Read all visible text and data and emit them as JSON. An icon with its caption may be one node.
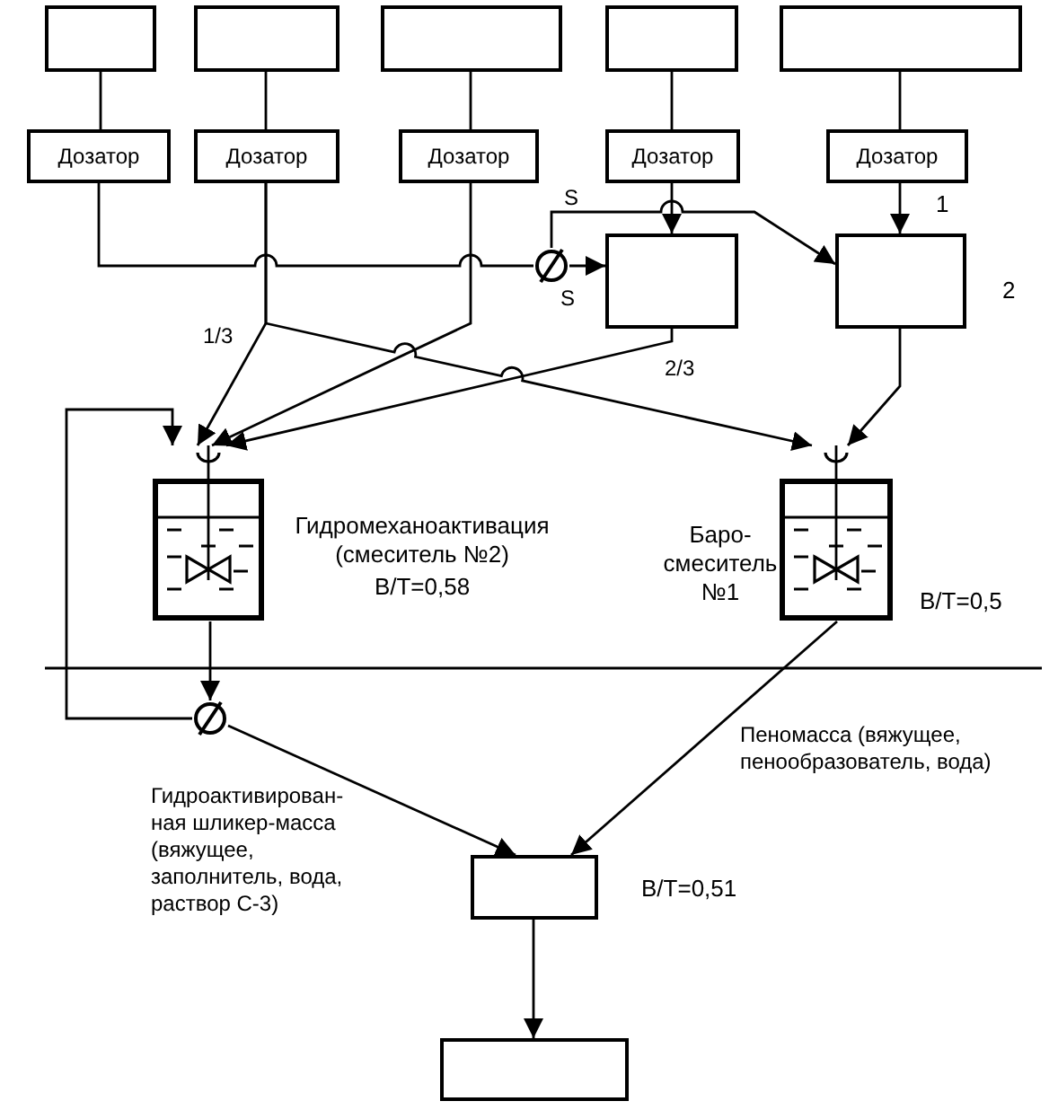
{
  "diagram": {
    "nodes": [
      {
        "text": [],
        "shape": "box"
      },
      {
        "text": [],
        "shape": "box"
      },
      {
        "text": [],
        "shape": "box"
      },
      {
        "text": [],
        "shape": "box"
      },
      {
        "text": [],
        "shape": "box"
      },
      {
        "text": [
          "Дозатор"
        ]
      },
      {
        "text": [
          "Дозатор"
        ]
      },
      {
        "text": [
          "Дозатор"
        ]
      },
      {
        "text": [
          "Дозатор"
        ]
      },
      {
        "text": [
          "Дозатор"
        ]
      },
      {
        "text": [],
        "shape": "box"
      },
      {
        "text": [],
        "shape": "box"
      },
      {
        "text": [],
        "shape": "valve"
      },
      {
        "text": [],
        "shape": "tank",
        "beside": [
          "Гидромеханоактивация (смеситель №2)",
          "В/Т=0,58"
        ]
      },
      {
        "text": [],
        "shape": "tank",
        "beside": [
          "Баро- смеситель №1",
          "В/Т=0,5"
        ]
      },
      {
        "text": [],
        "shape": "valve"
      },
      {
        "text": [],
        "shape": "box",
        "beside": [
          "В/Т=0,51"
        ]
      },
      {
        "text": [],
        "shape": "box"
      }
    ],
    "edges": [
      {
        "from": 0,
        "to": 5,
        "arrow": "none"
      },
      {
        "from": 1,
        "to": 6,
        "arrow": "none"
      },
      {
        "from": 2,
        "to": 7,
        "arrow": "none"
      },
      {
        "from": 3,
        "to": 8,
        "arrow": "none"
      },
      {
        "from": 4,
        "to": 9,
        "arrow": "none"
      },
      {
        "from": 5,
        "to": 12,
        "arrow": "none"
      },
      {
        "from": 12,
        "to": 10,
        "arrow": "to",
        "label": "S"
      },
      {
        "from": 12,
        "to": 11,
        "arrow": "to",
        "label": "S"
      },
      {
        "from": 8,
        "to": 10,
        "arrow": "to"
      },
      {
        "from": 9,
        "to": 11,
        "arrow": "to"
      },
      {
        "from": 6,
        "to": 13,
        "arrow": "to",
        "label": "1/3"
      },
      {
        "from": 6,
        "to": 14,
        "arrow": "to",
        "label": "2/3"
      },
      {
        "from": 7,
        "to": 13,
        "arrow": "to"
      },
      {
        "from": 10,
        "to": 13,
        "arrow": "to"
      },
      {
        "from": 11,
        "to": 14,
        "arrow": "to"
      },
      {
        "from": 13,
        "to": 15,
        "arrow": "to"
      },
      {
        "from": 15,
        "to": 13,
        "arrow": "to"
      },
      {
        "from": 15,
        "to": 16,
        "arrow": "to",
        "label": "Гидроактивирован- ная шликер-масса (вяжущее, заполнитель, вода, раствор С-3)"
      },
      {
        "from": 14,
        "to": 16,
        "arrow": "to",
        "label": "Пеномасса (вяжущее, пенообразователь, вода)"
      },
      {
        "from": 16,
        "to": 17,
        "arrow": "to"
      }
    ],
    "labels": [
      "1",
      "2"
    ]
  }
}
